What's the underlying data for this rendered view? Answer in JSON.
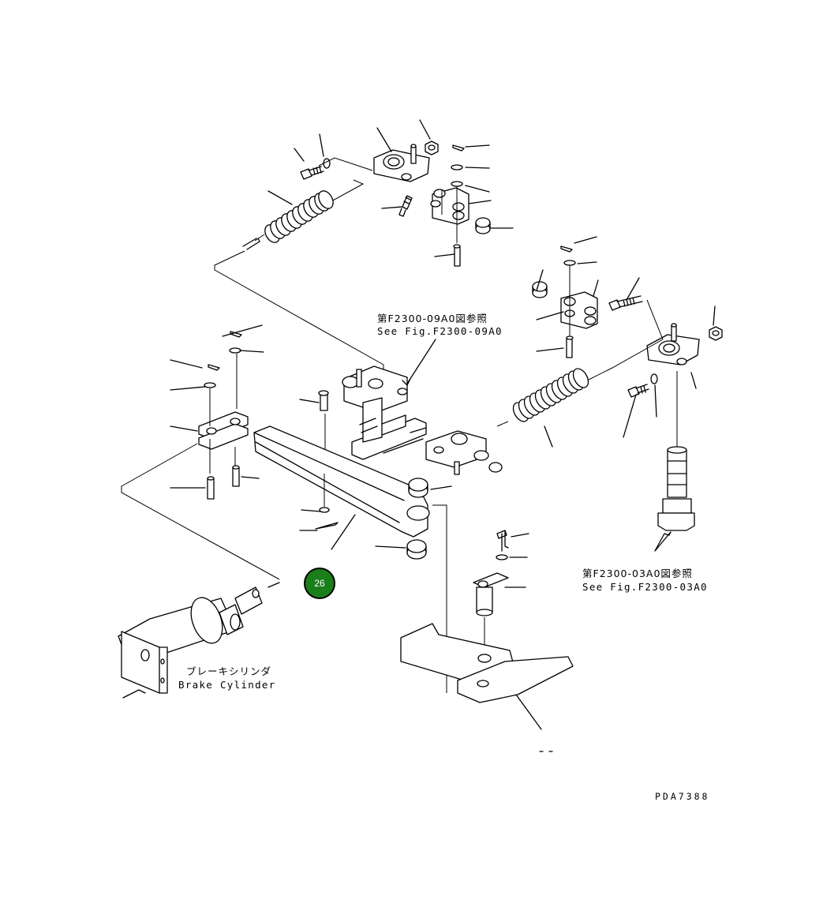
{
  "labels": {
    "ref_top_jp": "第F2300-09A0図参照",
    "ref_top_en": "See Fig.F2300-09A0",
    "ref_right_jp": "第F2300-03A0図参照",
    "ref_right_en": "See Fig.F2300-03A0",
    "brake_cylinder_jp": "ブレーキシリンダ",
    "brake_cylinder_en": "Brake Cylinder",
    "drawing_code": "PDA7388"
  },
  "badge": {
    "number": "26",
    "color": "#1a7f1a",
    "ring_color": "#000000"
  }
}
